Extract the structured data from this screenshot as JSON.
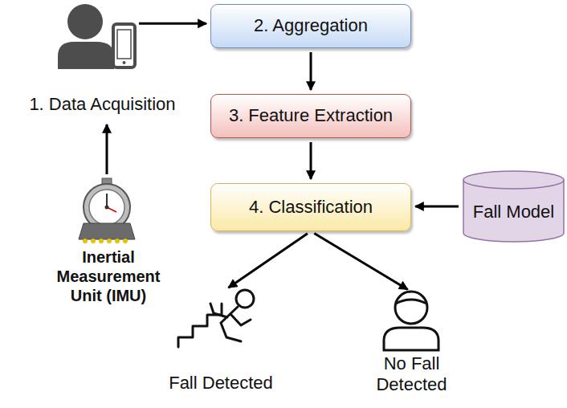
{
  "diagram": {
    "nodes": [
      {
        "text": [
          "1. Data Acquisition"
        ]
      },
      {
        "text": [
          "2. Aggregation"
        ]
      },
      {
        "text": [
          "3. Feature Extraction"
        ]
      },
      {
        "text": [
          "4. Classification"
        ]
      },
      {
        "text": [
          "Fall Model"
        ]
      },
      {
        "text": [
          "Inertial Measurement Unit (IMU)"
        ]
      },
      {
        "text": [
          "Fall Detected"
        ]
      },
      {
        "text": [
          "No Fall Detected"
        ]
      }
    ],
    "edges": [
      {
        "from": 0,
        "to": 1,
        "arrow": "to"
      },
      {
        "from": 5,
        "to": 0,
        "arrow": "to"
      },
      {
        "from": 1,
        "to": 2,
        "arrow": "to"
      },
      {
        "from": 2,
        "to": 3,
        "arrow": "to"
      },
      {
        "from": 4,
        "to": 3,
        "arrow": "to"
      },
      {
        "from": 3,
        "to": 6,
        "arrow": "to"
      },
      {
        "from": 3,
        "to": 7,
        "arrow": "to"
      }
    ]
  }
}
